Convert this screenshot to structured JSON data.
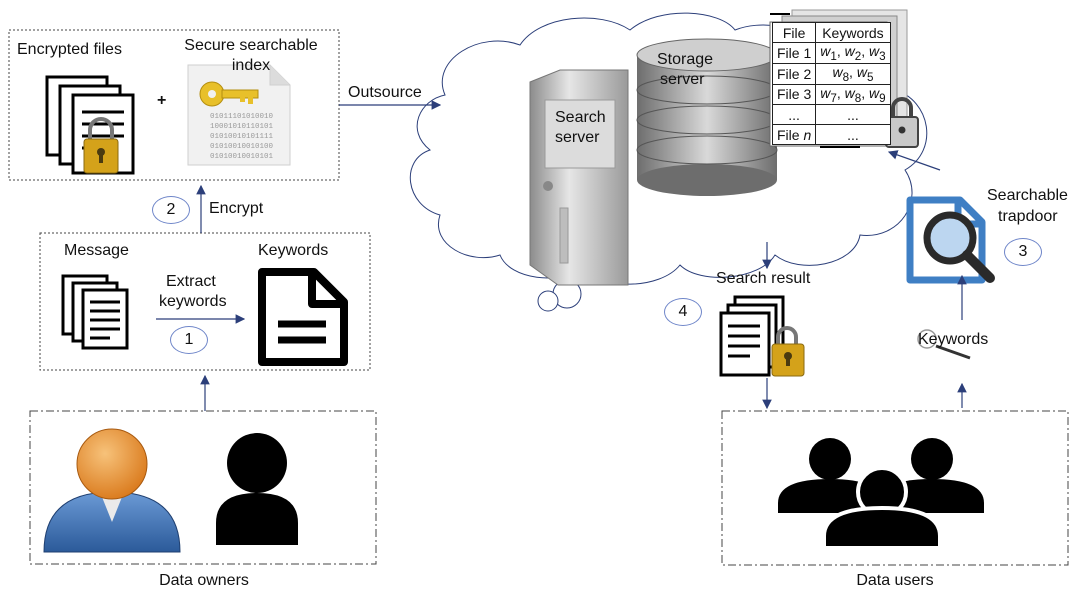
{
  "owner_side": {
    "encrypted_files_label": "Encrypted files",
    "secure_index_label_line1": "Secure searchable",
    "secure_index_label_line2": "index",
    "plus_sign": "+",
    "message_label": "Message",
    "keywords_label": "Keywords",
    "extract_line1": "Extract",
    "extract_line2": "keywords",
    "encrypt_label": "Encrypt",
    "group_label": "Data owners",
    "binary_lines": [
      "01011101010010",
      "10001010110101",
      "01010010101111",
      "01010010010100",
      "01010010010101"
    ]
  },
  "steps": {
    "one": "1",
    "two": "2",
    "three": "3",
    "four": "4"
  },
  "cloud": {
    "outsource_label": "Outsource",
    "search_server_line1": "Search",
    "search_server_line2": "server",
    "storage_server_line1": "Storage",
    "storage_server_line2": "server"
  },
  "index_table": {
    "headers": [
      "File",
      "Keywords"
    ],
    "rows": [
      [
        "File 1",
        "w1, w2, w3"
      ],
      [
        "File 2",
        "w8, w5"
      ],
      [
        "File 3",
        "w7, w8, w9"
      ],
      [
        "...",
        "..."
      ],
      [
        "File n",
        "..."
      ]
    ]
  },
  "user_side": {
    "search_result_label": "Search result",
    "trapdoor_line1": "Searchable",
    "trapdoor_line2": "trapdoor",
    "keywords_label": "Keywords",
    "group_label": "Data users"
  },
  "colors": {
    "arrow": "#2c3f7a",
    "circle_border": "#6f86c9",
    "lock_gold": "#d4a21a",
    "avatar_orange": "#e8922c",
    "avatar_blue": "#3a6fb0",
    "doc_blue": "#3f7fc4"
  }
}
